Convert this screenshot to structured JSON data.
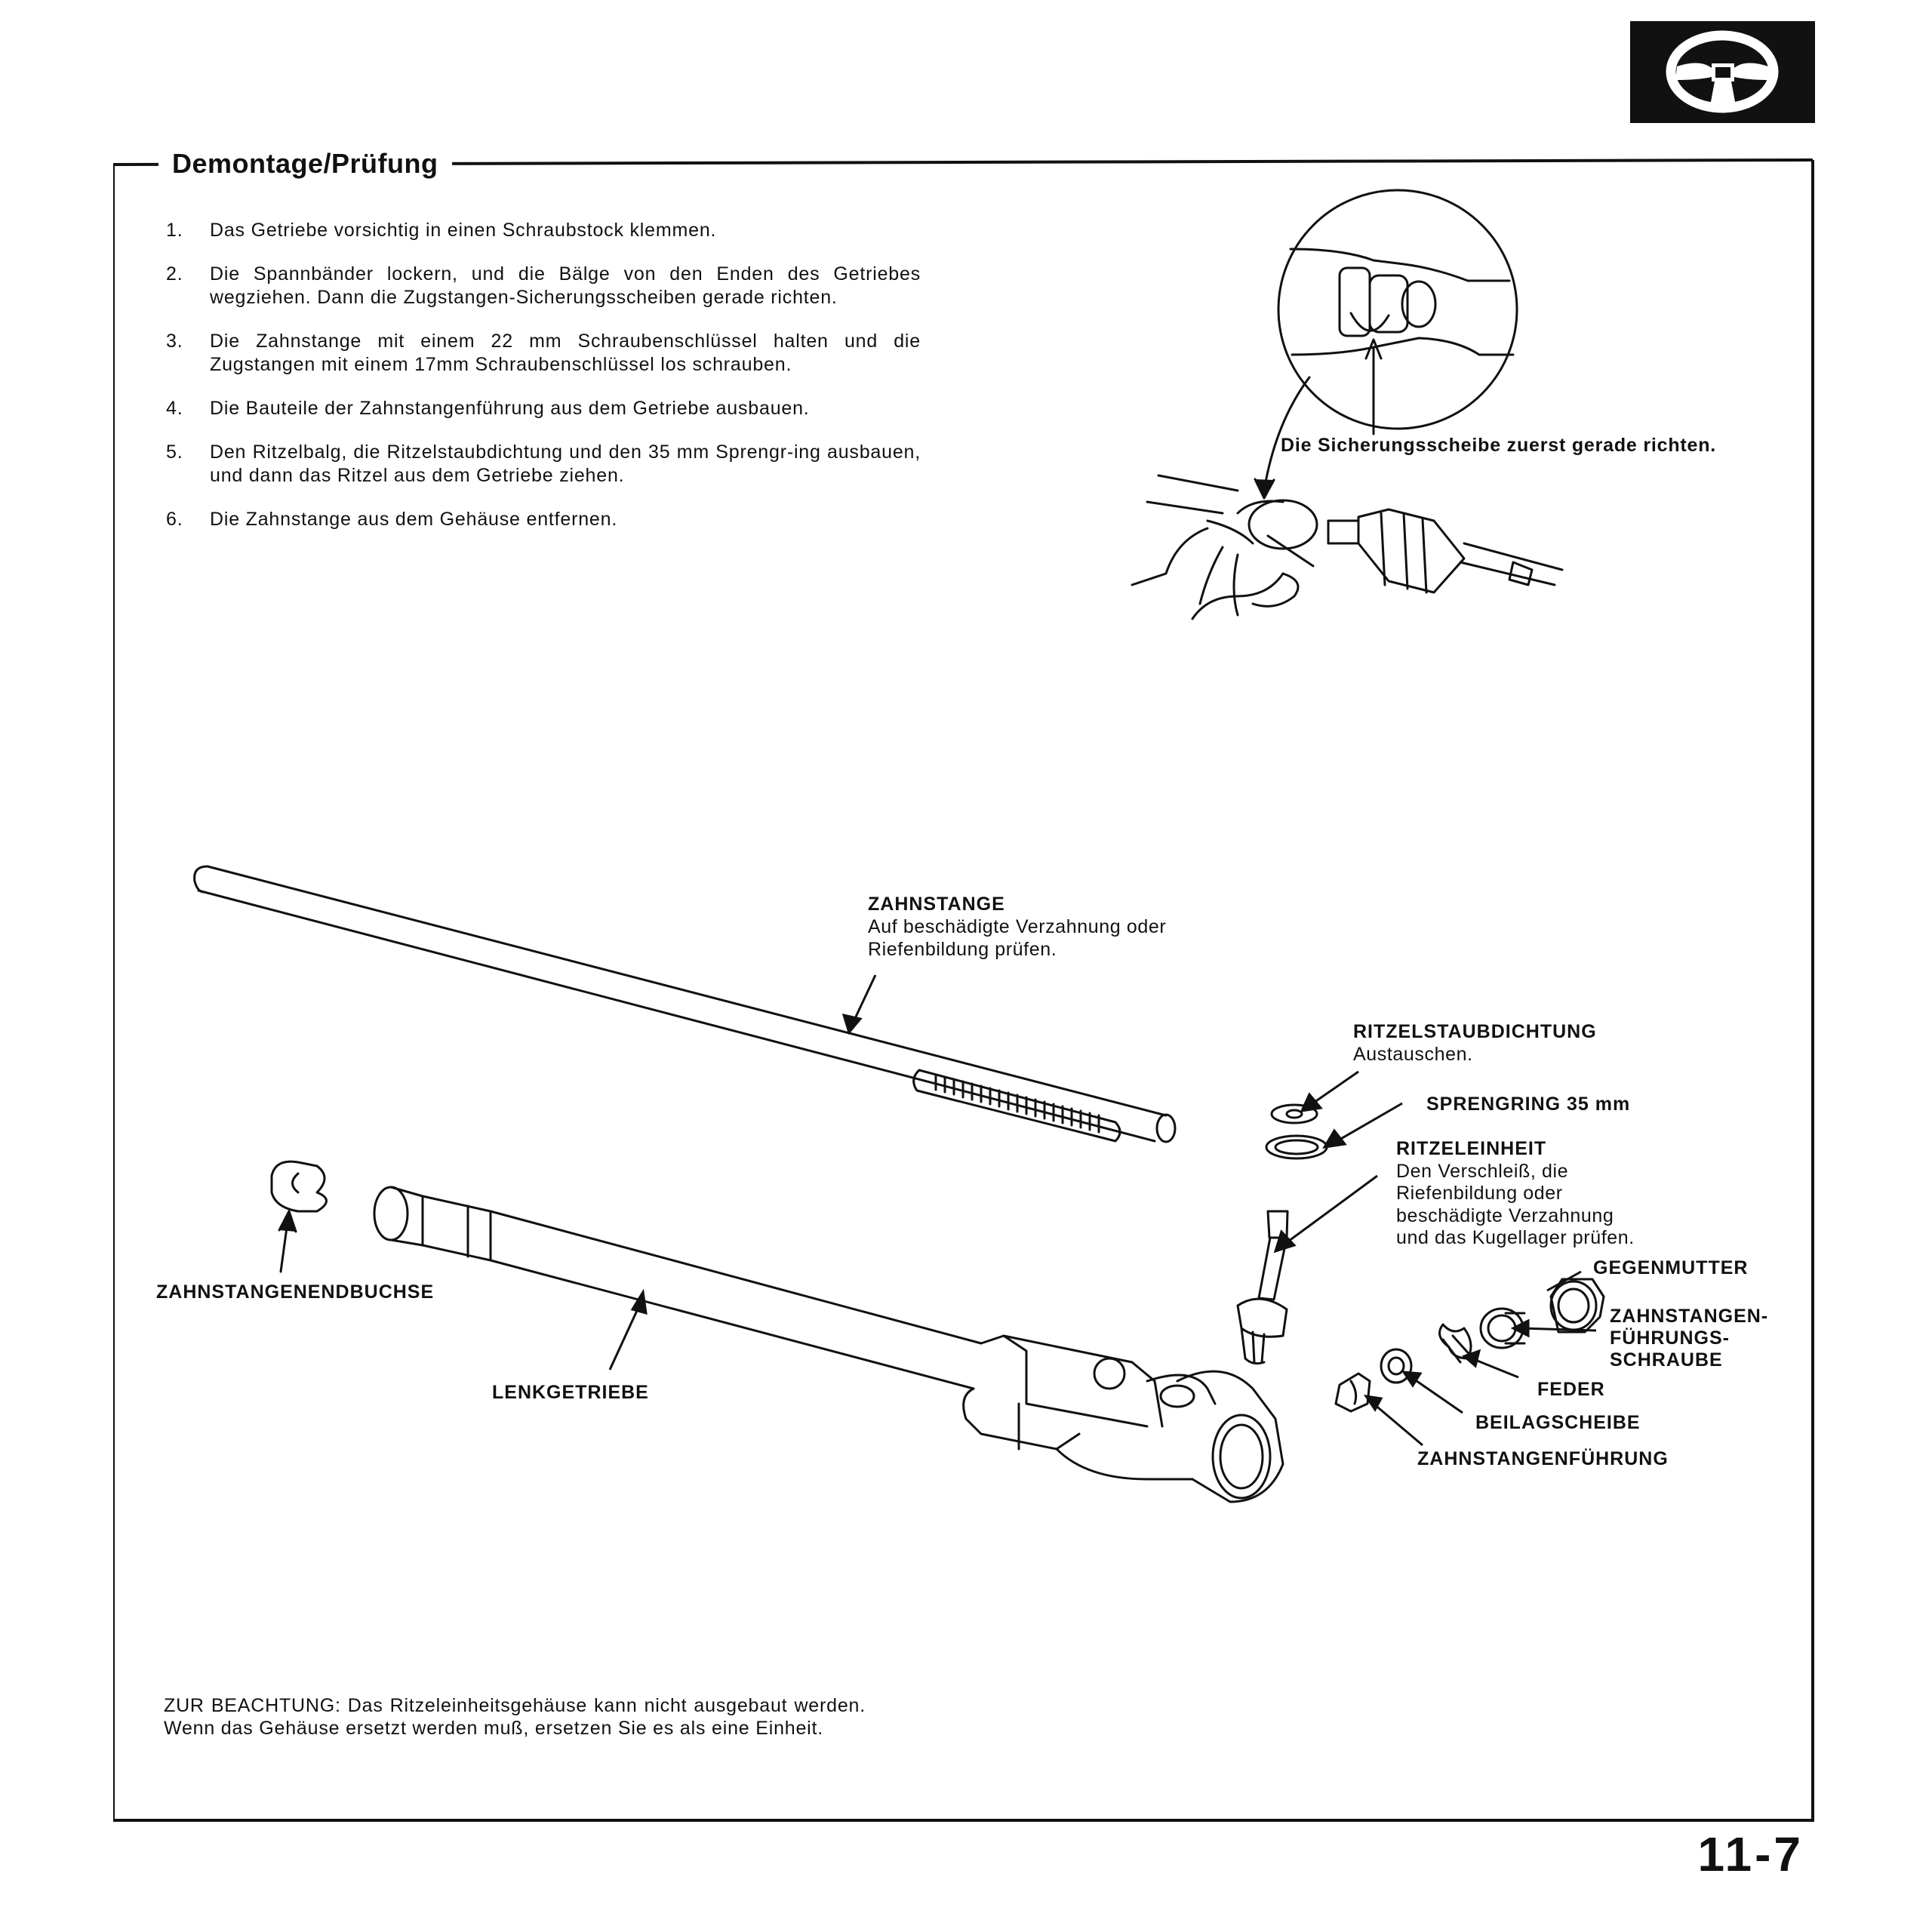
{
  "section_title": "Demontage/Prüfung",
  "steps": [
    {
      "num": "1.",
      "text": "Das Getriebe vorsichtig in einen Schraubstock klemmen."
    },
    {
      "num": "2.",
      "text": "Die Spannbänder lockern, und die Bälge von den Enden des Getriebes wegziehen. Dann die Zugstangen-Sicherungsscheiben gerade richten."
    },
    {
      "num": "3.",
      "text": "Die Zahnstange mit einem 22 mm Schraubenschlüssel halten und die Zugstangen mit einem 17mm Schraubenschlüssel los schrauben."
    },
    {
      "num": "4.",
      "text": "Die Bauteile der Zahnstangenführung aus dem Getriebe ausbauen."
    },
    {
      "num": "5.",
      "text": "Den Ritzelbalg, die Ritzelstaubdichtung und den 35 mm Sprengr-ing ausbauen, und dann das Ritzel aus dem Getriebe ziehen."
    },
    {
      "num": "6.",
      "text": "Die Zahnstange aus dem Gehäuse entfernen."
    }
  ],
  "callout_lock_washer": "Die Sicherungsscheibe zuerst gerade richten.",
  "parts": {
    "zahnstange": {
      "title": "ZAHNSTANGE",
      "desc": "Auf beschädigte Verzahnung oder Riefenbildung prüfen."
    },
    "ritzelstaubdichtung": {
      "title": "RITZELSTAUBDICHTUNG",
      "desc": "Austauschen."
    },
    "sprengring": {
      "title": "SPRENGRING 35 mm"
    },
    "ritzeleinheit": {
      "title": "RITZELEINHEIT",
      "desc1": "Den Verschleiß, die",
      "desc2": "Riefenbildung oder",
      "desc3": "beschädigte Verzahnung",
      "desc4": "und das Kugellager prüfen."
    },
    "gegenmutter": {
      "title": "GEGENMUTTER"
    },
    "fuehrungsschraube": {
      "line1": "ZAHNSTANGEN-",
      "line2": "FÜHRUNGS-",
      "line3": "SCHRAUBE"
    },
    "feder": {
      "title": "FEDER"
    },
    "beilagscheibe": {
      "title": "BEILAGSCHEIBE"
    },
    "zahnstangenfuehrung": {
      "title": "ZAHNSTANGENFÜHRUNG"
    },
    "endbuchse": {
      "title": "ZAHNSTANGENENDBUCHSE"
    },
    "lenkgetriebe": {
      "title": "LENKGETRIEBE"
    }
  },
  "note": "ZUR BEACHTUNG: Das Ritzeleinheitsgehäuse kann nicht ausgebaut werden. Wenn das Gehäuse ersetzt werden muß, ersetzen Sie es als eine Einheit.",
  "page_number": "11-7",
  "icons": {
    "header": "steering-wheel-icon"
  }
}
